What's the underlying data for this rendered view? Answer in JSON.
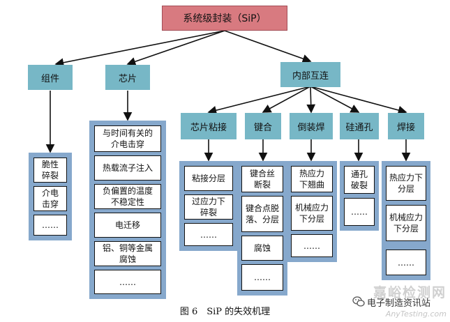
{
  "root": "系统级封装（SiP）",
  "level1": {
    "components": "组件",
    "chip": "芯片",
    "interconnect": "内部互连"
  },
  "level2": {
    "die_attach": "芯片粘接",
    "bond": "键合",
    "flip_chip": "倒装焊",
    "tsv": "硅通孔",
    "solder": "焊接"
  },
  "components_items": [
    "脆性\n碎裂",
    "介电\n击穿",
    "……"
  ],
  "chip_items": [
    "与时间有关的\n介电击穿",
    "热载流子注入",
    "负偏置的温度\n不稳定性",
    "电迁移",
    "铝、铜等金属\n腐蚀",
    "……"
  ],
  "die_attach_items": [
    "粘接分层",
    "过应力下\n碎裂",
    "……"
  ],
  "bond_items": [
    "键合丝\n断裂",
    "键合点脱\n落、分层",
    "腐蚀",
    "……"
  ],
  "flip_chip_items": [
    "热应力\n下翘曲",
    "机械应力\n下分层",
    "……"
  ],
  "tsv_items": [
    "通孔\n破裂",
    "……"
  ],
  "solder_items": [
    "热应力下\n分层",
    "机械应力\n下分层",
    "……"
  ],
  "caption": "图 6　SiP 的失效机理",
  "watermark": {
    "site": "嘉峪检测网",
    "url": "AnyTesting.com",
    "account": "电子制造资讯站"
  }
}
